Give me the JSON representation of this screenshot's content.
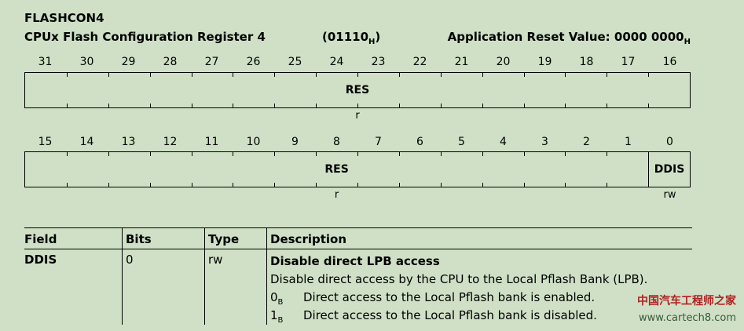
{
  "register": {
    "name": "FLASHCON4",
    "long_name": "CPUx Flash Configuration Register 4",
    "address": "(01110",
    "address_suffix": "H",
    "address_close": ")",
    "reset_label": "Application Reset Value: 0000 0000",
    "reset_suffix": "H"
  },
  "upper": {
    "bits": [
      "31",
      "30",
      "29",
      "28",
      "27",
      "26",
      "25",
      "24",
      "23",
      "22",
      "21",
      "20",
      "19",
      "18",
      "17",
      "16"
    ],
    "fields": [
      {
        "name": "RES",
        "span": 16,
        "access": "r"
      }
    ]
  },
  "lower": {
    "bits": [
      "15",
      "14",
      "13",
      "12",
      "11",
      "10",
      "9",
      "8",
      "7",
      "6",
      "5",
      "4",
      "3",
      "2",
      "1",
      "0"
    ],
    "fields": [
      {
        "name": "RES",
        "span": 15,
        "access": "r"
      },
      {
        "name": "DDIS",
        "span": 1,
        "access": "rw"
      }
    ]
  },
  "table": {
    "headers": [
      "Field",
      "Bits",
      "Type",
      "Description"
    ],
    "rows": [
      {
        "field": "DDIS",
        "bits": "0",
        "type": "rw",
        "desc_title": "Disable direct LPB access",
        "desc_text": "Disable direct access by the CPU to the Local Pflash Bank (LPB).",
        "values": [
          {
            "key": "0",
            "suffix": "B",
            "text": "Direct access to the Local Pflash bank is enabled."
          },
          {
            "key": "1",
            "suffix": "B",
            "text": "Direct access to the Local Pflash bank is disabled."
          }
        ]
      }
    ]
  },
  "watermark": {
    "line1": "中国汽车工程师之家",
    "line2": "www.cartech8.com"
  }
}
